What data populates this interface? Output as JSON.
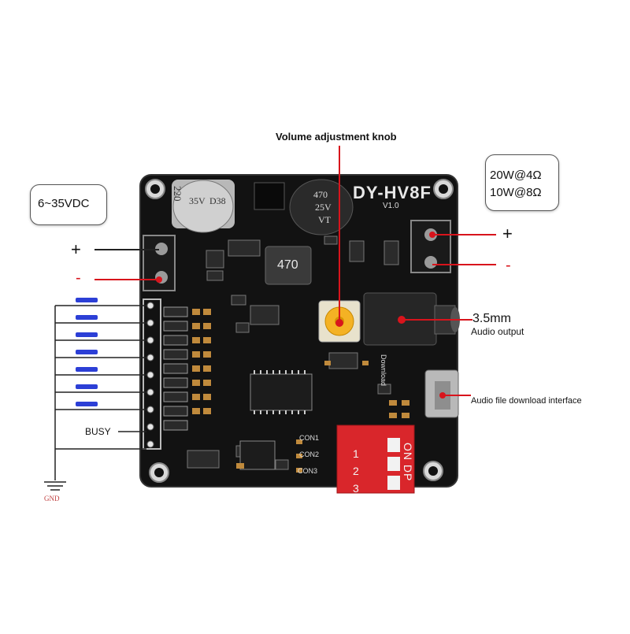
{
  "labels": {
    "volume_knob": "Volume adjustment knob",
    "voltage": "6~35VDC",
    "power_spec_1": "20W@4Ω",
    "power_spec_2": "10W@8Ω",
    "plus_left": "+",
    "minus_left": "-",
    "plus_right": "+",
    "minus_right": "-",
    "audio_jack_size": "3.5mm",
    "audio_output": "Audio output",
    "download_interface": "Audio file download interface",
    "busy": "BUSY",
    "gnd": "GND"
  },
  "board_silkscreen": {
    "model": "DY-HV8F",
    "version": "V1.0",
    "inductor": "470",
    "cap_left_1": "220",
    "cap_left_2": "35V",
    "cap_left_3": "D38",
    "cap_right_1": "470",
    "cap_right_2": "25V",
    "cap_right_3": "VT",
    "con1": "CON1",
    "con2": "CON2",
    "con3": "CON3",
    "dip_header": "ON DP",
    "dip_1": "1",
    "dip_2": "2",
    "dip_3": "3",
    "download": "Download"
  },
  "colors": {
    "board": "#111111",
    "pointer_red": "#d8141c",
    "wire": "#222222",
    "button_blue": "#2c3fd6",
    "dip_red": "#d9262b",
    "pot_yellow": "#f4b224"
  }
}
